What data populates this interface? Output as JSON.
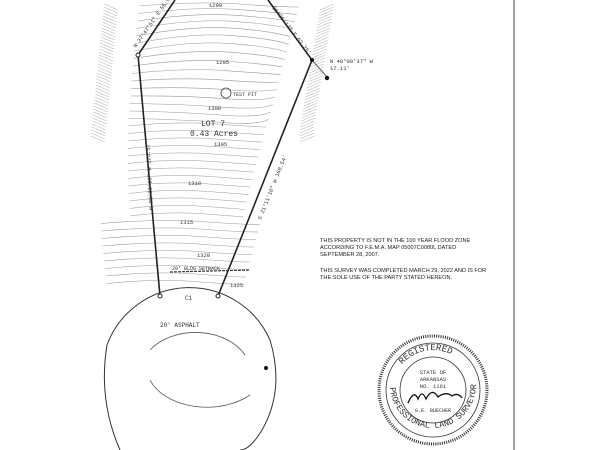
{
  "plat": {
    "lot": "LOT 7",
    "area": "0.43 Acres",
    "calls": {
      "top_left": "N 37°47'51\" E 55.00'",
      "top_right": "38°26'17\" E 62.25'",
      "tie": "N 40°00'37\" W",
      "tie_dist": "17.11'",
      "left": "N 03°00'00\" W 125.57'",
      "right": "S 21°11'16\" W 160.54'"
    },
    "contours": [
      "1290",
      "1295",
      "1300",
      "1305",
      "1310",
      "1315",
      "1320",
      "1325"
    ],
    "test_pit": "TEST PIT",
    "setback": "20' BLDG SETBACK",
    "curve": "C1",
    "road": "20' ASPHALT"
  },
  "notes": {
    "flood": "This property is not in the 100 year flood zone according to F.E.M.A. map 05007C0080L dated September 28, 2007.",
    "survey": "This survey was completed March 29, 2022 and is for the sole use of the party stated hereon."
  },
  "seal": {
    "top": "REGISTERED",
    "state": "STATE OF",
    "state_name": "ARKANSAS",
    "number": "NO. 1161",
    "name": "G.E. BUECHER",
    "ring": "PROFESSIONAL LAND SURVEYOR"
  }
}
